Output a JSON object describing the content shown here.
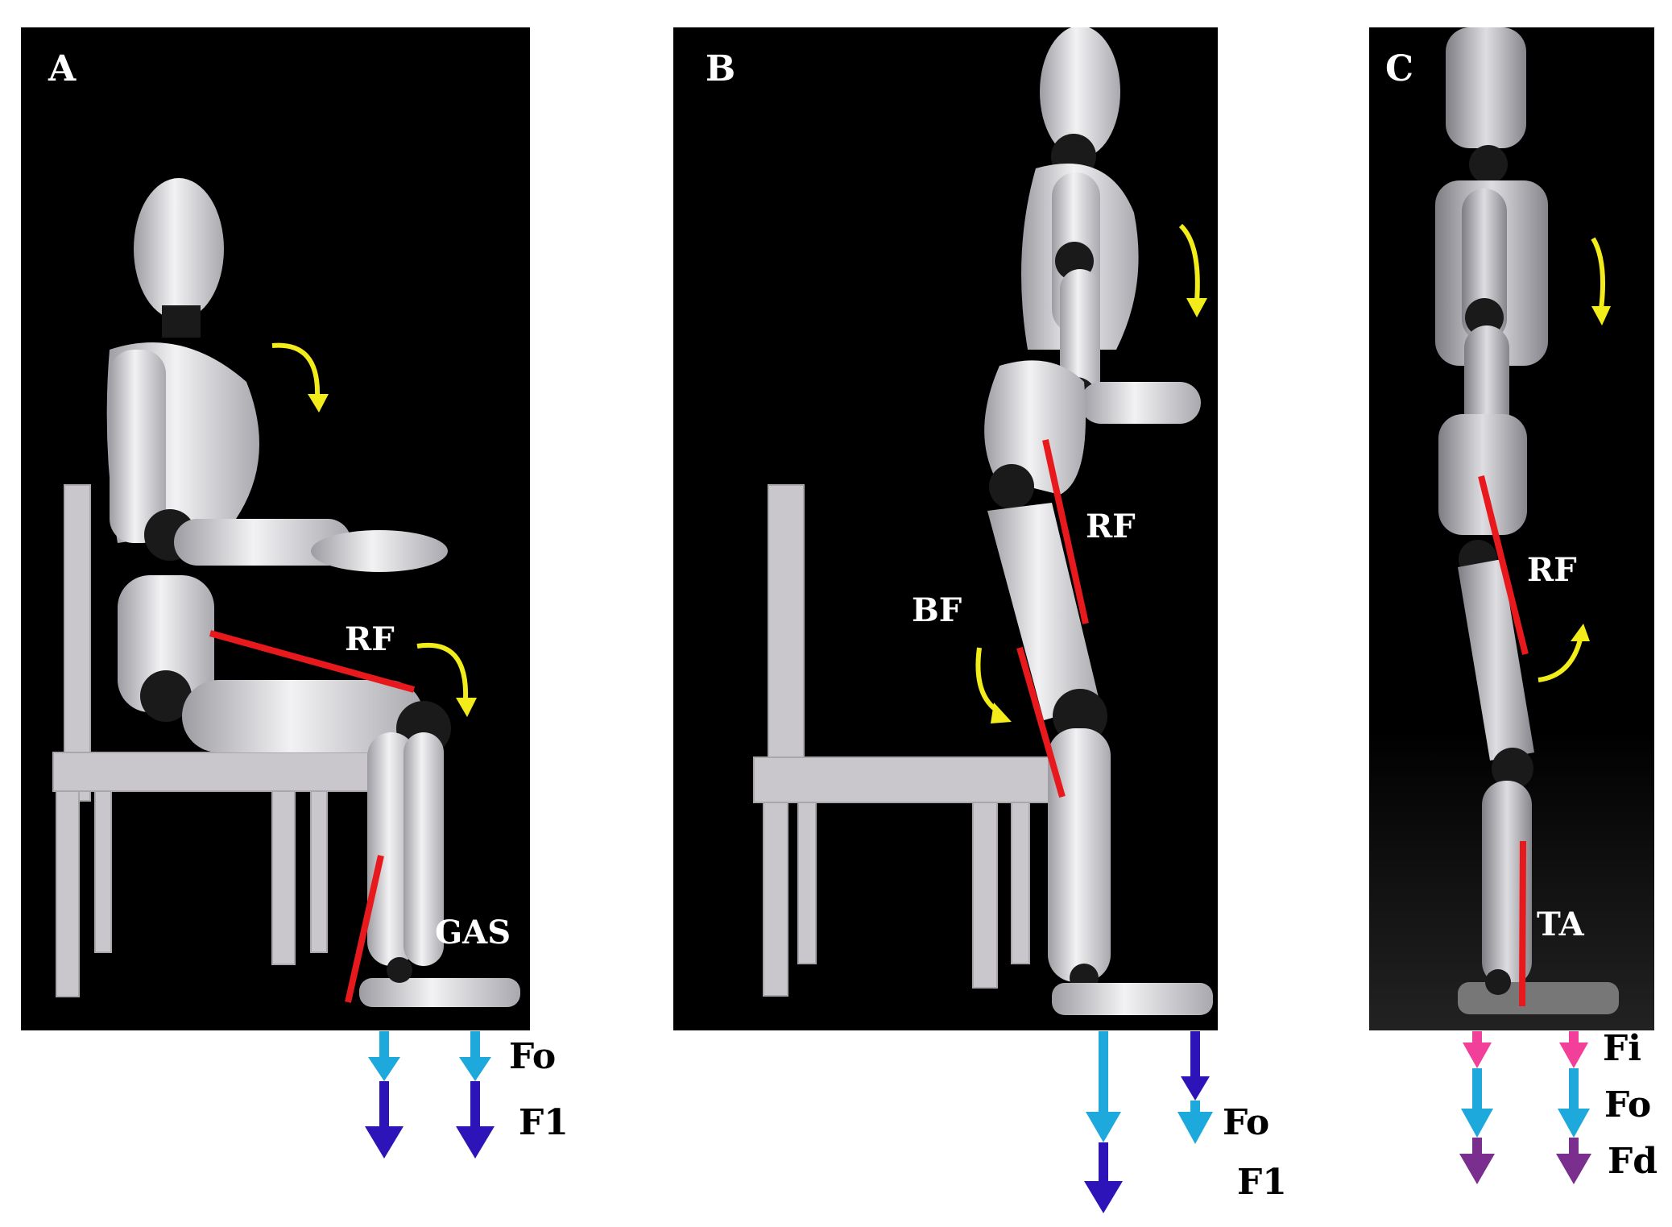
{
  "panels": [
    {
      "letter": "A",
      "muscles": [
        "RF",
        "GAS"
      ],
      "forces": [
        "Fo",
        "F1"
      ]
    },
    {
      "letter": "B",
      "muscles": [
        "RF",
        "BF"
      ],
      "forces": [
        "Fo",
        "F1"
      ]
    },
    {
      "letter": "C",
      "muscles": [
        "RF",
        "TA"
      ],
      "forces": [
        "Fi",
        "Fo",
        "Fd"
      ]
    }
  ],
  "colors": {
    "muscle_line": "#e8191c",
    "rotation_arrow": "#f2ec1a",
    "force_fo": "#1ea9dd",
    "force_f1": "#2d14b8",
    "force_fi": "#f23f99",
    "force_fd": "#7a2f8f",
    "mannequin": "#d9d9dc",
    "joint": "#1a1a1a",
    "chair": "#c9c6cc"
  }
}
